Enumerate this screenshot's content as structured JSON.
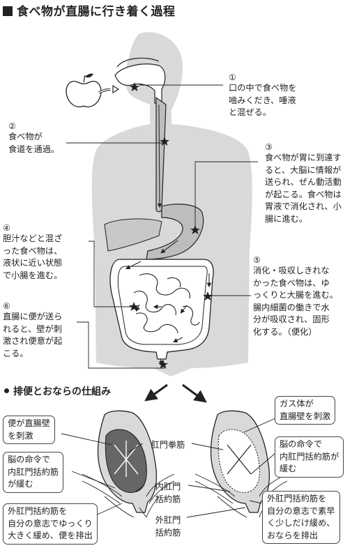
{
  "title": "食べ物が直腸に行き着く過程",
  "steps": [
    {
      "num": "①",
      "text": "口の中で食べ物を\n嚙みくだき、唾液\nと混ぜる。"
    },
    {
      "num": "②",
      "text": "食べ物が\n食道を通過。"
    },
    {
      "num": "③",
      "text": "食べ物が胃に到達す\nると、大脳に情報が\n送られ、ぜん動活動\nが起こる。食べ物は\n胃液で消化され、小\n腸に進む。"
    },
    {
      "num": "④",
      "text": "胆汁などと混ざ\nった食べ物は、\n液状に近い状態\nで小腸を進む。"
    },
    {
      "num": "⑤",
      "text": "消化・吸収しきれな\nかった食べ物は、ゆ\nっくりと大腸を進む。\n腸内細菌の働きで水\n分が吸収され、固形\n化する。（便化）"
    },
    {
      "num": "⑥",
      "text": "直腸に便が送ら\nれると、壁が刺\n激され便意が起\nこる。"
    }
  ],
  "mechanism": {
    "heading": "排便とおならの仕組み",
    "left": {
      "box1": "便が直腸壁\nを刺激",
      "box2": "脳の命令で\n内肛門括約筋\nが緩む",
      "box3": "外肛門括約筋を\n自分の意志でゆっくり\n大きく緩め、便を排出"
    },
    "right": {
      "box1": "ガス体が\n直腸壁を刺激",
      "box2": "脳の命令で\n内肛門括約筋が\n緩む",
      "box3": "外肛門括約筋を\n自分の意志で素早\nく少しだけ緩め、\nおならを排出"
    },
    "labels": {
      "levator": "肛門拳筋",
      "internal": "内肛門\n括約筋",
      "external": "外肛門\n括約筋"
    }
  },
  "colors": {
    "body": "#d9d9d9",
    "organ": "#bdbdbd",
    "stool": "#666666",
    "ink": "#222222"
  }
}
